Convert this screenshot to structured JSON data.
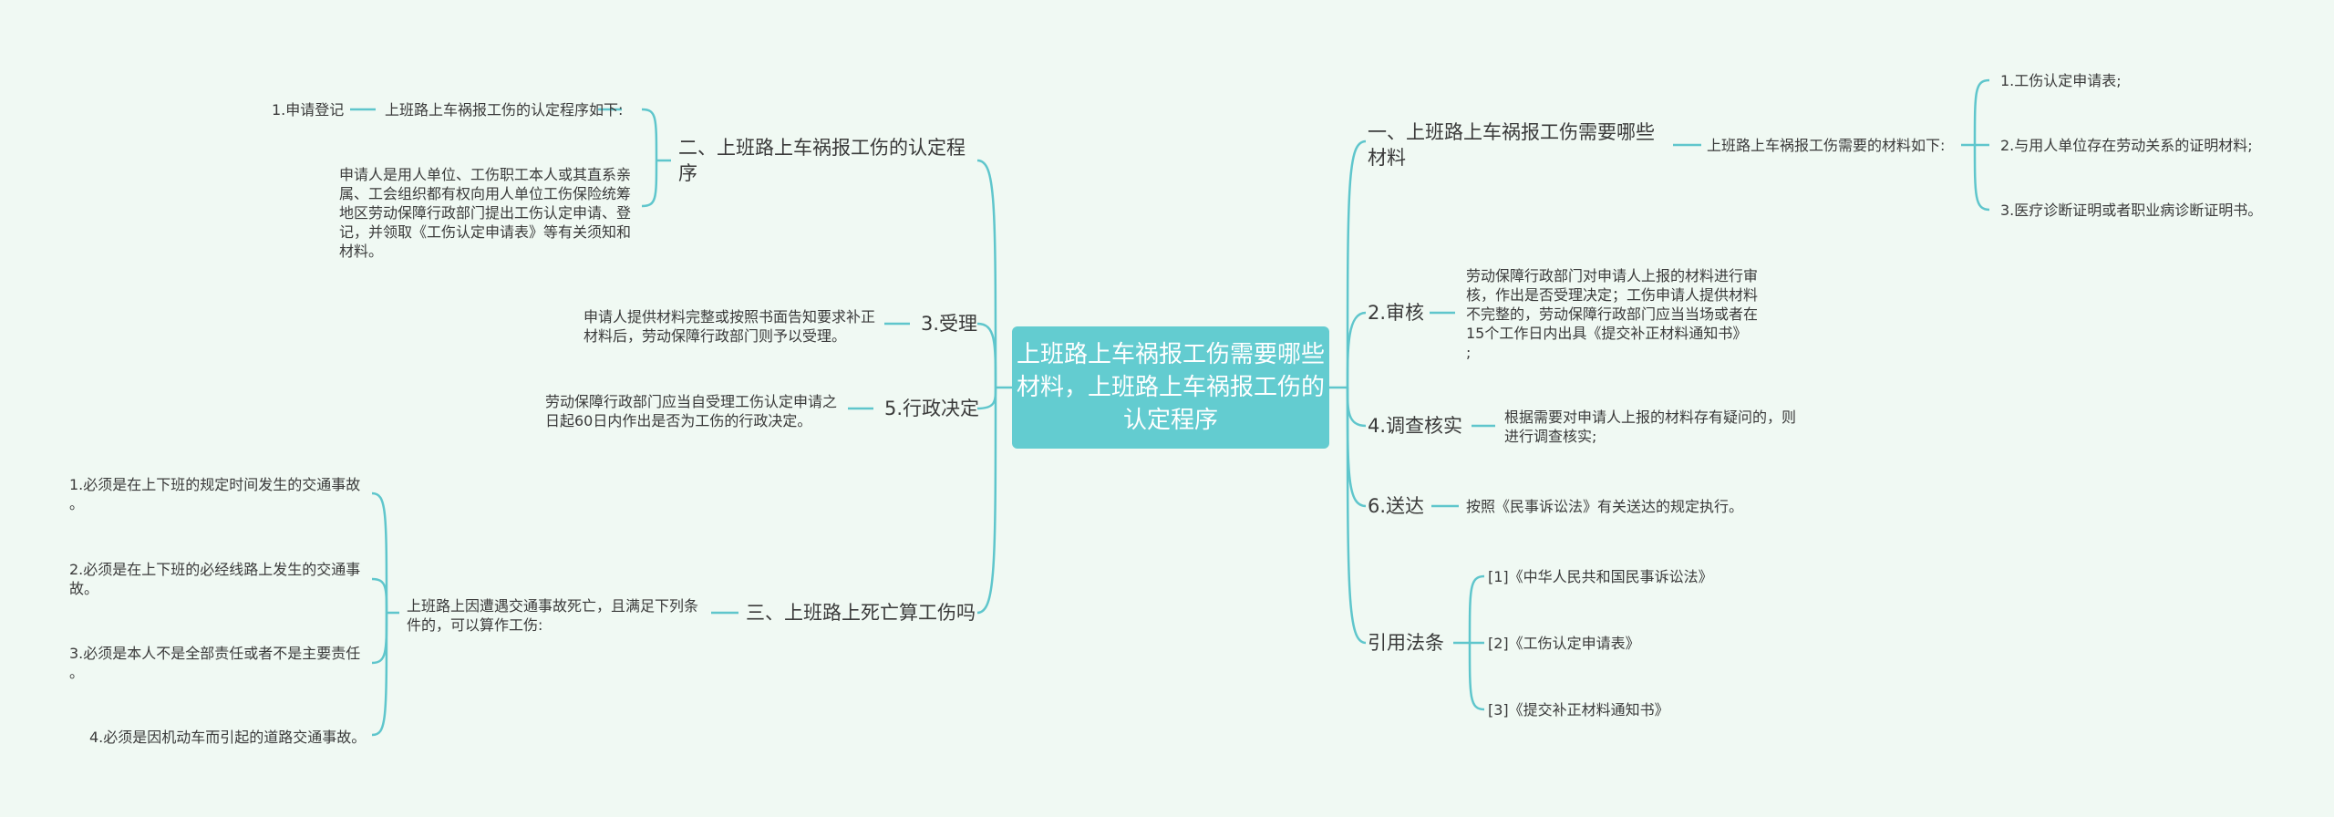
{
  "root": "上班路上车祸报工伤需要哪些材料，上班路上车祸报工伤的认定程序",
  "right": [
    {
      "label": "一、上班路上车祸报工伤需要哪些\n材料",
      "mid": "上班路上车祸报工伤需要的材料如下:",
      "items": [
        "1.工伤认定申请表;",
        "2.与用人单位存在劳动关系的证明材料;",
        "3.医疗诊断证明或者职业病诊断证明书。"
      ]
    },
    {
      "label": "2.审核",
      "detail": "劳动保障行政部门对申请人上报的材料进行审\n核，作出是否受理决定；工伤申请人提供材料\n不完整的，劳动保障行政部门应当当场或者在\n15个工作日内出具《提交补正材料通知书》\n;"
    },
    {
      "label": "4.调查核实",
      "detail": "根据需要对申请人上报的材料存有疑问的，则\n进行调查核实;"
    },
    {
      "label": "6.送达",
      "detail": "按照《民事诉讼法》有关送达的规定执行。"
    },
    {
      "label": "引用法条",
      "items": [
        "[1]《中华人民共和国民事诉讼法》",
        "[2]《工伤认定申请表》",
        "[3]《提交补正材料通知书》"
      ]
    }
  ],
  "left": [
    {
      "label": "二、上班路上车祸报工伤的认定程\n序",
      "mid": "上班路上车祸报工伤的认定程序如下:",
      "step": "1.申请登记",
      "detail": "申请人是用人单位、工伤职工本人或其直系亲\n属、工会组织都有权向用人单位工伤保险统筹\n地区劳动保障行政部门提出工伤认定申请、登\n记，并领取《工伤认定申请表》等有关须知和\n材料。"
    },
    {
      "label": "3.受理",
      "detail": "申请人提供材料完整或按照书面告知要求补正\n材料后，劳动保障行政部门则予以受理。"
    },
    {
      "label": "5.行政决定",
      "detail": "劳动保障行政部门应当自受理工伤认定申请之\n日起60日内作出是否为工伤的行政决定。"
    },
    {
      "label": "三、上班路上死亡算工伤吗",
      "mid": "上班路上因遭遇交通事故死亡，且满足下列条\n件的，可以算作工伤:",
      "items": [
        "1.必须是在上下班的规定时间发生的交通事故\n。",
        "2.必须是在上下班的必经线路上发生的交通事\n故。",
        "3.必须是本人不是全部责任或者不是主要责任\n。",
        "4.必须是因机动车而引起的道路交通事故。"
      ]
    }
  ]
}
